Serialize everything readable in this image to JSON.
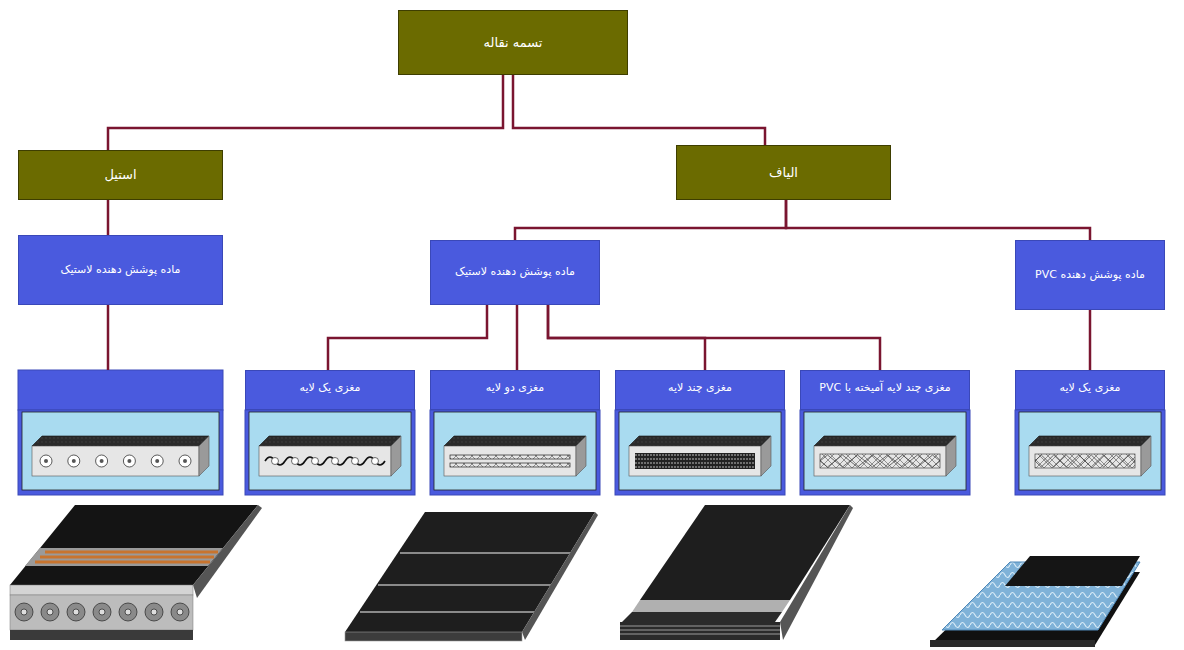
{
  "diagram": {
    "nodes": [
      {
        "text": [
          "تسمه نقاله"
        ]
      },
      {
        "text": [
          "استیل"
        ]
      },
      {
        "text": [
          "الیاف"
        ]
      },
      {
        "text": [
          "ماده پوشش دهنده لاستیک"
        ]
      },
      {
        "text": [
          "ماده پوشش دهنده لاستیک"
        ]
      },
      {
        "text": [
          "ماده پوشش دهنده PVC"
        ]
      },
      {
        "text": [
          "مغزی یک لایه"
        ]
      },
      {
        "text": [
          "مغزی دو لایه"
        ]
      },
      {
        "text": [
          "مغزی چند لایه"
        ]
      },
      {
        "text": [
          "مغزی چند لایه آمیخته با PVC"
        ]
      },
      {
        "text": [
          "مغزی یک لایه"
        ]
      }
    ],
    "edges": [
      {
        "from": 0,
        "to": 1,
        "arrow": "none"
      },
      {
        "from": 0,
        "to": 2,
        "arrow": "none"
      },
      {
        "from": 1,
        "to": 3,
        "arrow": "none"
      },
      {
        "from": 2,
        "to": 4,
        "arrow": "none"
      },
      {
        "from": 2,
        "to": 5,
        "arrow": "none"
      },
      {
        "from": 4,
        "to": 6,
        "arrow": "none"
      },
      {
        "from": 4,
        "to": 7,
        "arrow": "none"
      },
      {
        "from": 4,
        "to": 8,
        "arrow": "none"
      },
      {
        "from": 4,
        "to": 9,
        "arrow": "none"
      },
      {
        "from": 5,
        "to": 10,
        "arrow": "none"
      }
    ]
  }
}
